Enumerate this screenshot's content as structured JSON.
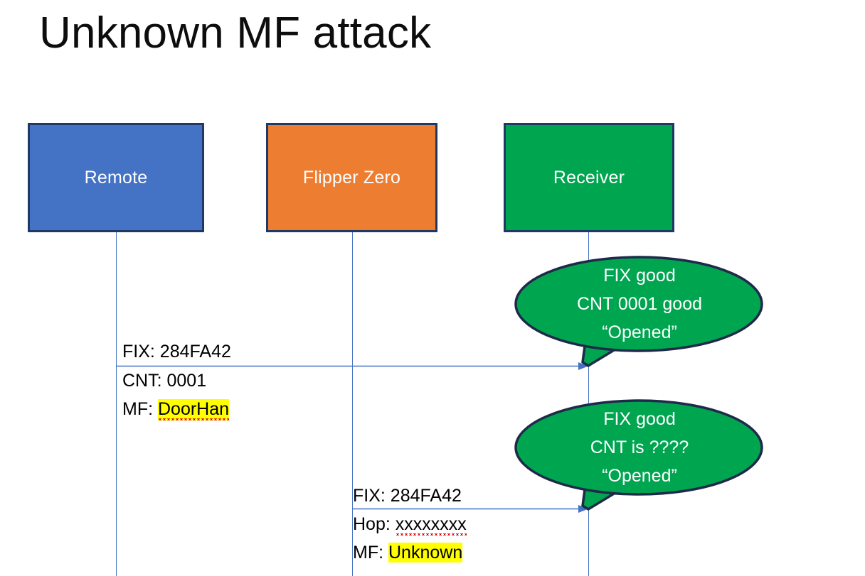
{
  "slide": {
    "title": "Unknown MF attack",
    "background": "#ffffff"
  },
  "colors": {
    "remote": "#4472C4",
    "flipper": "#ED7D31",
    "receiver": "#00A550",
    "box_border": "#1F3864",
    "lifeline": "#4472C4",
    "arrow": "#4472C4",
    "highlight": "#FFFF00",
    "spellcheck_underline": "#E00000",
    "title_text": "#0D0D0D",
    "box_text": "#FFFFFF"
  },
  "actors": [
    {
      "id": "remote",
      "label": "Remote"
    },
    {
      "id": "flipper",
      "label": "Flipper Zero"
    },
    {
      "id": "receiver",
      "label": "Receiver"
    }
  ],
  "messages": [
    {
      "id": "msg-remote-to-receiver",
      "from": "remote",
      "to": "receiver",
      "lines": [
        {
          "prefix": "FIX: ",
          "value": "284FA42",
          "highlight": false,
          "spellcheck_error": false
        },
        {
          "prefix": "CNT: ",
          "value": "0001",
          "highlight": false,
          "spellcheck_error": false
        },
        {
          "prefix": "MF: ",
          "value": "DoorHan",
          "highlight": true,
          "spellcheck_error": true
        }
      ]
    },
    {
      "id": "msg-flipper-to-receiver",
      "from": "flipper",
      "to": "receiver",
      "lines": [
        {
          "prefix": "FIX: ",
          "value": "284FA42",
          "highlight": false,
          "spellcheck_error": false
        },
        {
          "prefix": "Hop: ",
          "value": "xxxxxxxx",
          "highlight": false,
          "spellcheck_error": true
        },
        {
          "prefix": "MF: ",
          "value": "Unknown",
          "highlight": true,
          "spellcheck_error": false
        }
      ]
    }
  ],
  "callouts": [
    {
      "id": "callout-first",
      "attached_to": "receiver",
      "lines": [
        "FIX good",
        "CNT 0001 good",
        "“Opened”"
      ]
    },
    {
      "id": "callout-second",
      "attached_to": "receiver",
      "lines": [
        "FIX good",
        "CNT is ????",
        "“Opened”"
      ]
    }
  ]
}
